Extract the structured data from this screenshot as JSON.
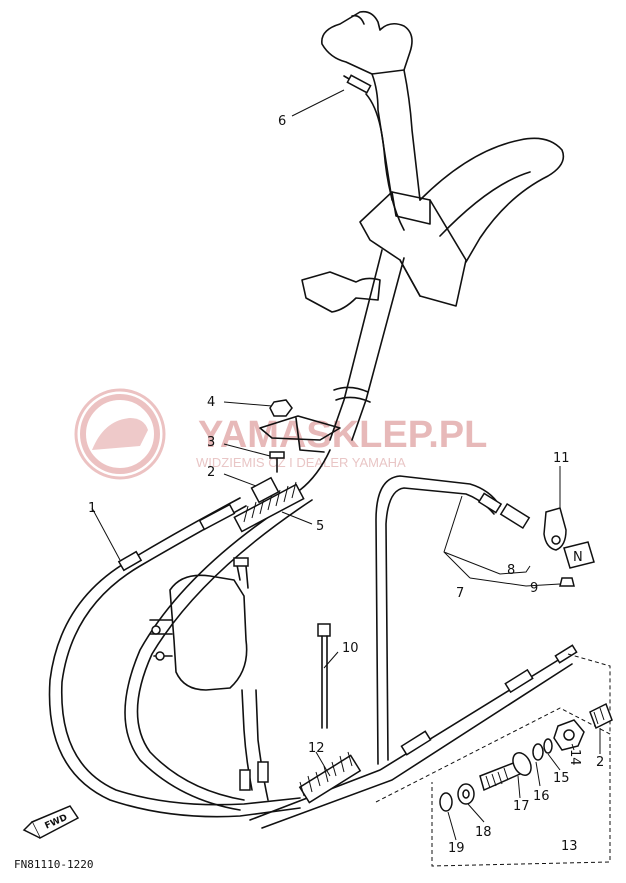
{
  "watermark": {
    "main": "YAMASKLEP.PL",
    "sub": "WIDZIEMIS CZ I DEALER YAMAHA"
  },
  "diagram_code": "FN81110-1220",
  "direction_tag": "FWD",
  "callouts": [
    {
      "id": "p6",
      "text": "6"
    },
    {
      "id": "p4",
      "text": "4"
    },
    {
      "id": "p3",
      "text": "3"
    },
    {
      "id": "p2a",
      "text": "2"
    },
    {
      "id": "p1",
      "text": "1"
    },
    {
      "id": "p5",
      "text": "5"
    },
    {
      "id": "p11",
      "text": "11"
    },
    {
      "id": "p8",
      "text": "8"
    },
    {
      "id": "p7",
      "text": "7"
    },
    {
      "id": "p9",
      "text": "9"
    },
    {
      "id": "p10",
      "text": "10"
    },
    {
      "id": "p12",
      "text": "12"
    },
    {
      "id": "p14",
      "text": "14"
    },
    {
      "id": "p2b",
      "text": "2"
    },
    {
      "id": "p15",
      "text": "15"
    },
    {
      "id": "p16",
      "text": "16"
    },
    {
      "id": "p17",
      "text": "17"
    },
    {
      "id": "p18",
      "text": "18"
    },
    {
      "id": "p19",
      "text": "19"
    },
    {
      "id": "p13",
      "text": "13"
    }
  ],
  "shift_indicator_letter": "N"
}
